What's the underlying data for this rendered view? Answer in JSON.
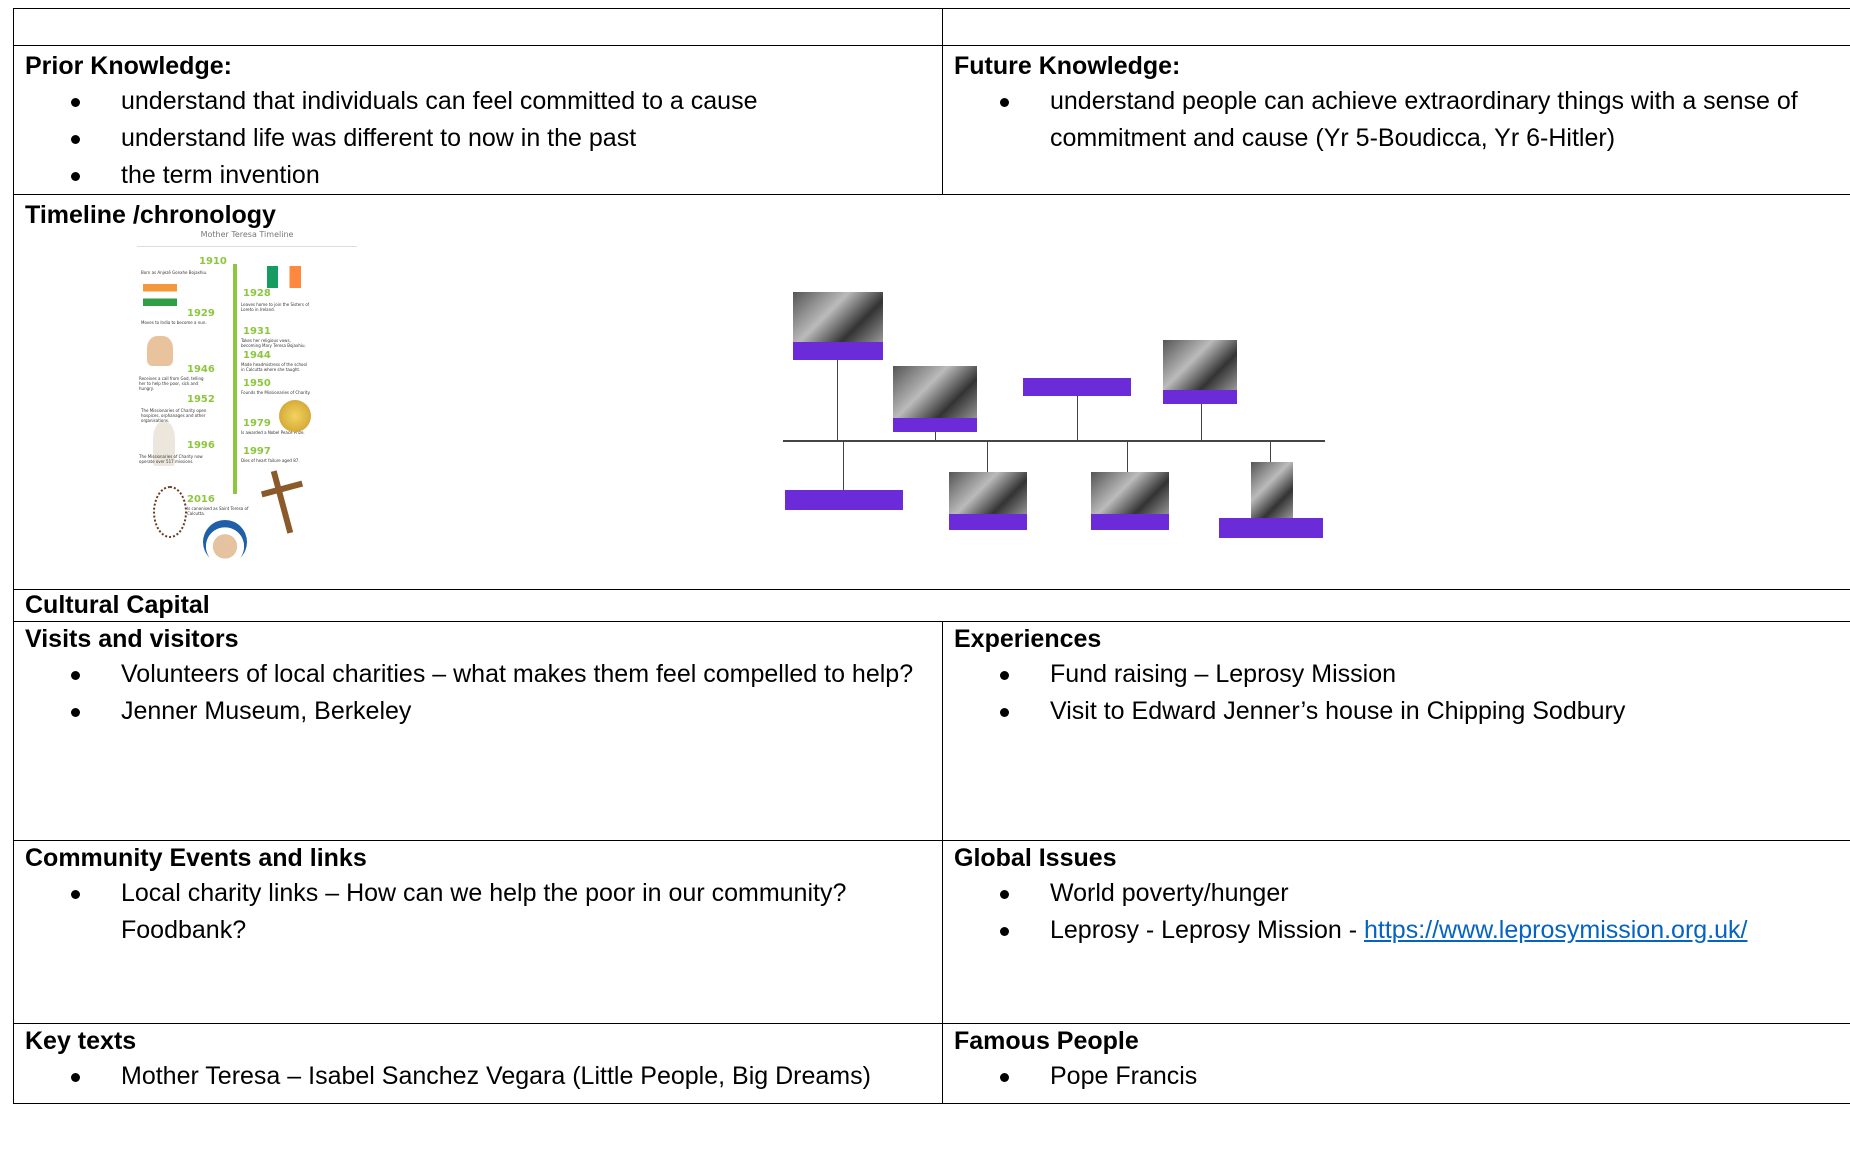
{
  "prior_knowledge": {
    "heading": "Prior Knowledge:",
    "items": [
      "understand that individuals can feel committed to a cause",
      "understand life was different to now in the past",
      "the term invention"
    ]
  },
  "future_knowledge": {
    "heading": "Future Knowledge:",
    "items": [
      "understand people can achieve extraordinary things with a sense of commitment and cause (Yr 5-Boudicca, Yr 6-Hitler)"
    ]
  },
  "timeline": {
    "heading": "Timeline /chronology",
    "mother_teresa": {
      "title": "Mother Teresa Timeline",
      "events": [
        {
          "year": "1910",
          "text": "Born as Anjezë Gonxhe Bojaxhiu."
        },
        {
          "year": "1928",
          "text": "Leaves home to join the Sisters of Loreto in Ireland."
        },
        {
          "year": "1929",
          "text": "Moves to India to become a nun."
        },
        {
          "year": "1931",
          "text": "Takes her religious vows, becoming Mary Teresa Bojaxhiu."
        },
        {
          "year": "1944",
          "text": "Made headmistress of the school in Calcutta where she taught."
        },
        {
          "year": "1946",
          "text": "Receives a call from God, telling her to help the poor, sick and hungry."
        },
        {
          "year": "1950",
          "text": "Founds the Missionaries of Charity."
        },
        {
          "year": "1952",
          "text": "The Missionaries of Charity open hospices, orphanages and other organisations."
        },
        {
          "year": "1979",
          "text": "Is awarded a Nobel Peace Prize."
        },
        {
          "year": "1996",
          "text": "The Missionaries of Charity now operate over 517 missions."
        },
        {
          "year": "1997",
          "text": "Dies of heart failure aged 87."
        },
        {
          "year": "2016",
          "text": "Is canonised as Saint Teresa of Calcutta."
        }
      ]
    }
  },
  "cultural_capital": {
    "heading": "Cultural Capital"
  },
  "visits": {
    "heading": "Visits and visitors",
    "items": [
      "Volunteers of local charities – what makes them feel compelled to help?",
      "Jenner Museum, Berkeley"
    ]
  },
  "experiences": {
    "heading": "Experiences",
    "items": [
      "Fund raising – Leprosy Mission",
      "Visit to Edward Jenner’s house in Chipping Sodbury"
    ]
  },
  "community": {
    "heading": "Community Events and links",
    "items": [
      "Local charity links – How can we help the poor in our community? Foodbank?"
    ]
  },
  "global": {
    "heading": "Global Issues",
    "item1": "World poverty/hunger",
    "item2_prefix": "Leprosy - Leprosy Mission - ",
    "item2_link": "https://www.leprosymission.org.uk/"
  },
  "key_texts": {
    "heading": "Key texts",
    "items": [
      "Mother Teresa – Isabel Sanchez Vegara (Little People, Big Dreams)"
    ]
  },
  "famous_people": {
    "heading": "Famous People",
    "items": [
      "Pope Francis"
    ]
  },
  "colors": {
    "accent_green": "#8dc63f",
    "card_purple": "#6c2bd9",
    "link": "#0563c1"
  }
}
